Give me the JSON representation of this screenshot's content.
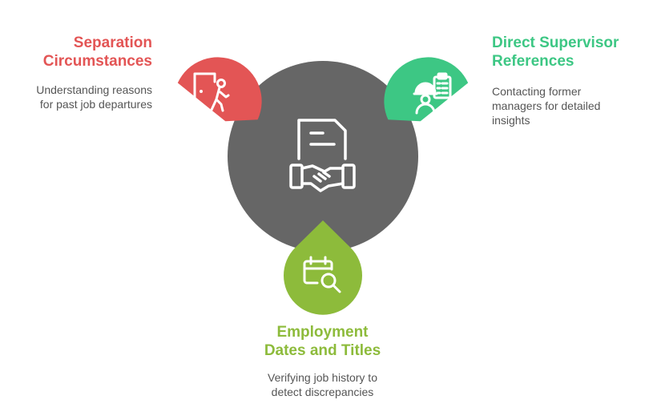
{
  "colors": {
    "center": "#666666",
    "red": "#E35555",
    "green": "#3DC784",
    "lime": "#8DBB3B",
    "description": "#555555"
  },
  "center": {
    "icon": "document-handshake-icon"
  },
  "items": [
    {
      "key": "separation",
      "color": "red",
      "title_line1": "Separation",
      "title_line2": "Circumstances",
      "desc_line1": "Understanding reasons",
      "desc_line2": "for past job departures",
      "icon": "person-leaving-door-icon"
    },
    {
      "key": "supervisor",
      "color": "green",
      "title_line1": "Direct Supervisor",
      "title_line2": "References",
      "desc_line1": "Contacting former",
      "desc_line2": "managers for detailed",
      "desc_line3": "insights",
      "icon": "worker-checklist-icon"
    },
    {
      "key": "employment",
      "color": "lime",
      "title_line1": "Employment",
      "title_line2": "Dates and Titles",
      "desc_line1": "Verifying job history to",
      "desc_line2": "detect discrepancies",
      "icon": "calendar-search-icon"
    }
  ]
}
